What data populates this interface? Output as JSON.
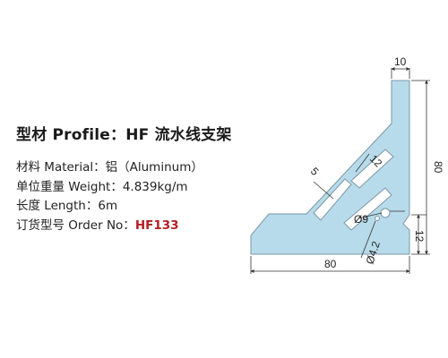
{
  "header": {
    "title": "型材 Profile：HF 流水线支架"
  },
  "specs": {
    "material": "材料 Material：铝（Aluminum）",
    "weight": "单位重量 Weight：4.839kg/m",
    "length": "长度 Length：6m",
    "order_prefix": "订货型号 Order No：",
    "order_no": "HF133"
  },
  "drawing": {
    "dims": {
      "top_width": "10",
      "height": "80",
      "base_width": "80",
      "base_thickness": "12",
      "rib_width": "12",
      "rib_thickness": "5",
      "hole_diameter": "Ø9",
      "small_hole_diameter": "Ø4.2"
    },
    "colors": {
      "profile_fill": "#b7dbea",
      "profile_stroke": "#7b97a6",
      "line": "#333333"
    }
  }
}
